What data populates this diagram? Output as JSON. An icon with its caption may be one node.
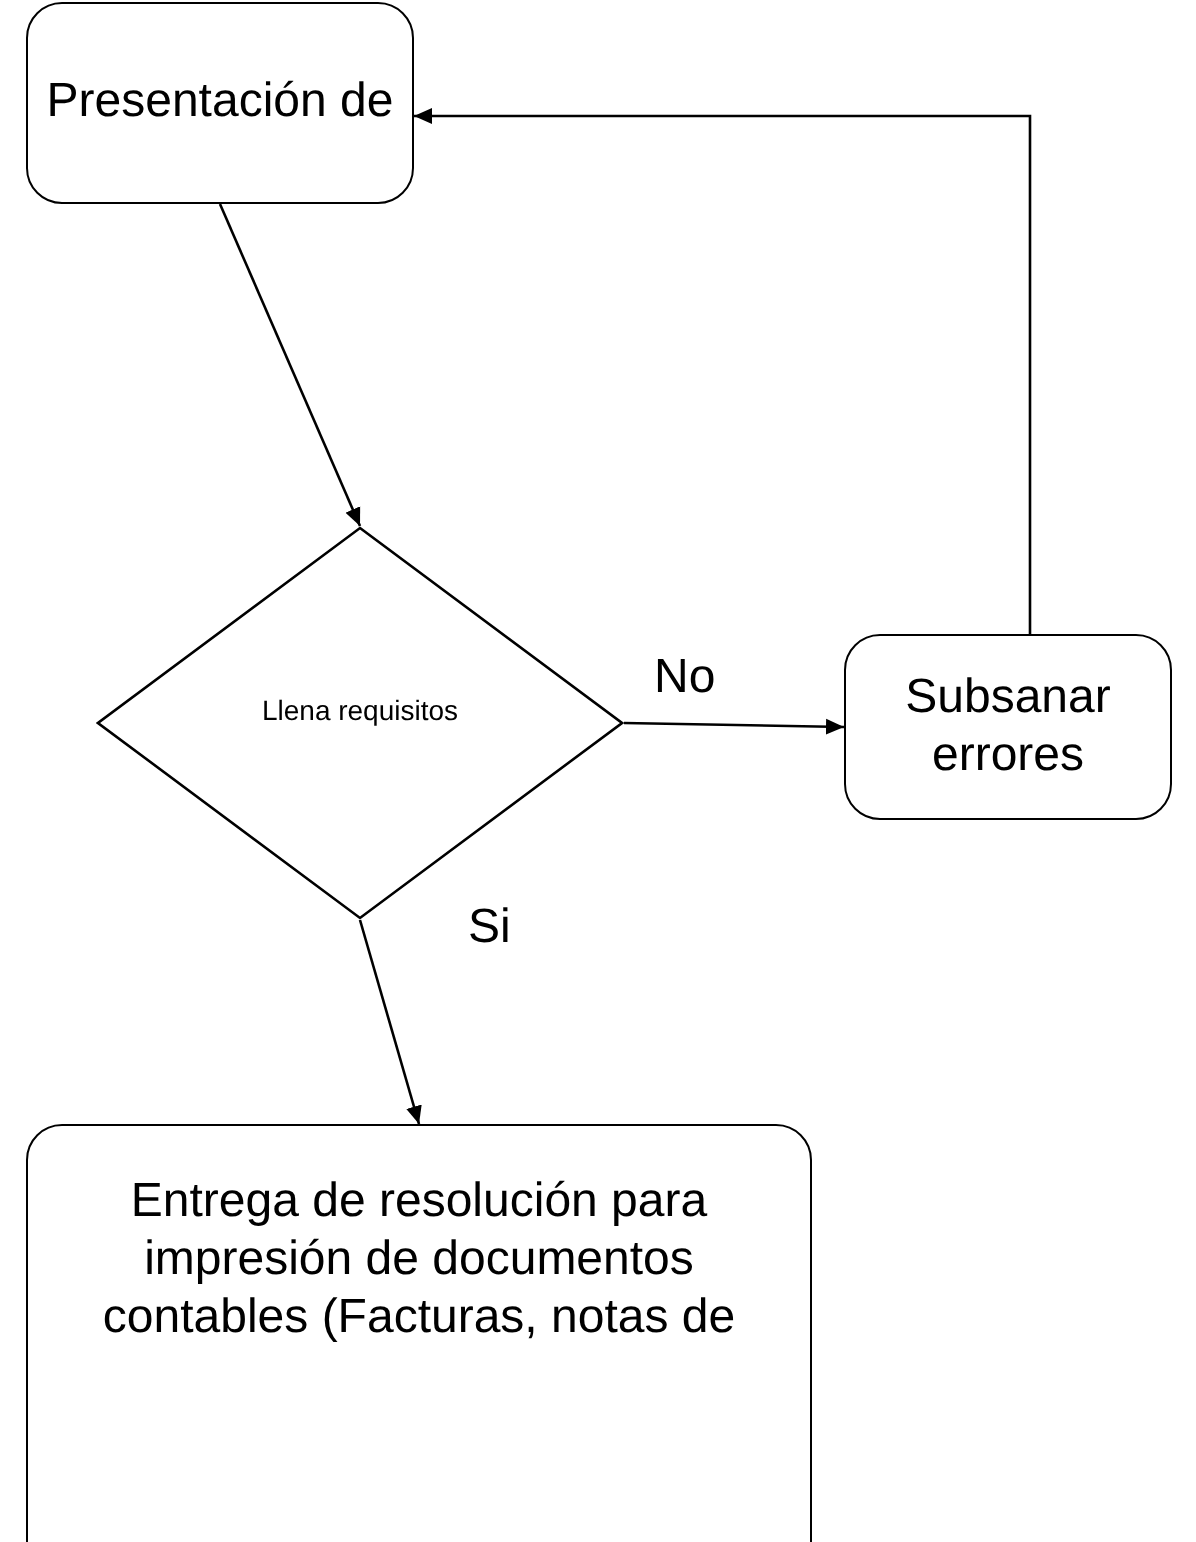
{
  "diagram": {
    "nodes": [
      {
        "text": [
          "Presentación de"
        ]
      },
      {
        "text": [
          "Llena requisitos"
        ]
      },
      {
        "text": [
          "Subsanar errores"
        ]
      },
      {
        "text": [
          "Entrega de resolución para impresión de documentos contables (Facturas, notas de"
        ]
      }
    ],
    "edges": [
      {
        "from": 0,
        "to": 1,
        "arrow": "to"
      },
      {
        "from": 1,
        "to": 2,
        "arrow": "to",
        "label": "No"
      },
      {
        "from": 2,
        "to": 0,
        "arrow": "to"
      },
      {
        "from": 1,
        "to": 3,
        "arrow": "to",
        "label": "Si"
      }
    ]
  }
}
